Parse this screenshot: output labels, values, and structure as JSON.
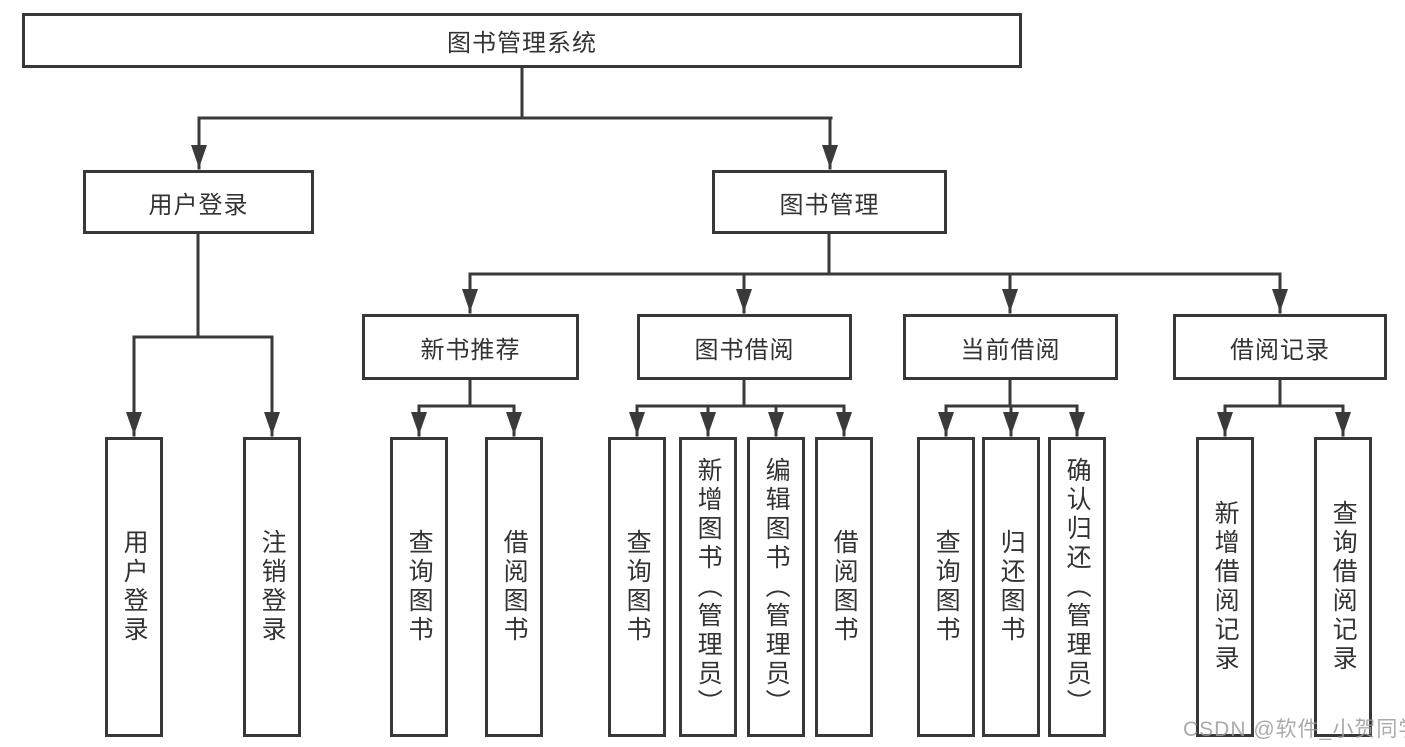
{
  "diagram": {
    "type": "functional-structure-tree",
    "colors": {
      "line": "#3a3a3a",
      "box_border": "#383838",
      "box_fill": "#ffffff",
      "text": "#333333",
      "watermark_text": "#9c9c9c",
      "background": "#ffffff"
    }
  },
  "tree": {
    "label": "图书管理系统",
    "children": [
      {
        "label": "用户登录",
        "children": [
          {
            "label": "用户登录"
          },
          {
            "label": "注销登录"
          }
        ]
      },
      {
        "label": "图书管理",
        "children": [
          {
            "label": "新书推荐",
            "children": [
              {
                "label": "查询图书"
              },
              {
                "label": "借阅图书"
              }
            ]
          },
          {
            "label": "图书借阅",
            "children": [
              {
                "label": "查询图书"
              },
              {
                "label": "新增图书（管理员）"
              },
              {
                "label": "编辑图书（管理员）"
              },
              {
                "label": "借阅图书"
              }
            ]
          },
          {
            "label": "当前借阅",
            "children": [
              {
                "label": "查询图书"
              },
              {
                "label": "归还图书"
              },
              {
                "label": "确认归还（管理员）"
              }
            ]
          },
          {
            "label": "借阅记录",
            "children": [
              {
                "label": "新增借阅记录"
              },
              {
                "label": "查询借阅记录"
              }
            ]
          }
        ]
      }
    ]
  },
  "watermark": "CSDN @软件_小贺同学"
}
